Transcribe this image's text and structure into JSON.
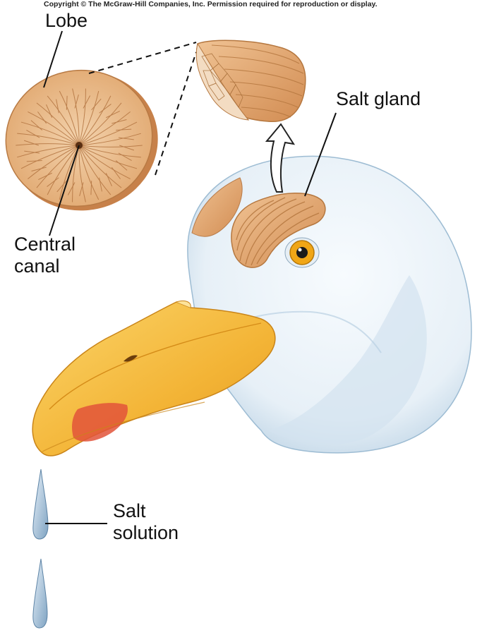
{
  "copyright": "Copyright © The McGraw-Hill Companies, Inc. Permission required for reproduction or display.",
  "labels": {
    "lobe": "Lobe",
    "salt_gland": "Salt gland",
    "central_canal_line1": "Central",
    "central_canal_line2": "canal",
    "salt_solution_line1": "Salt",
    "salt_solution_line2": "solution"
  },
  "colors": {
    "gland": "#e2a873",
    "gland_dark": "#b8743f",
    "head": "#eef5fa",
    "head_shadow": "#a9c6dc",
    "beak": "#f6bd3e",
    "beak_red": "#e2543a",
    "eye": "#f0a616",
    "droplet": "#b9d3e8"
  }
}
